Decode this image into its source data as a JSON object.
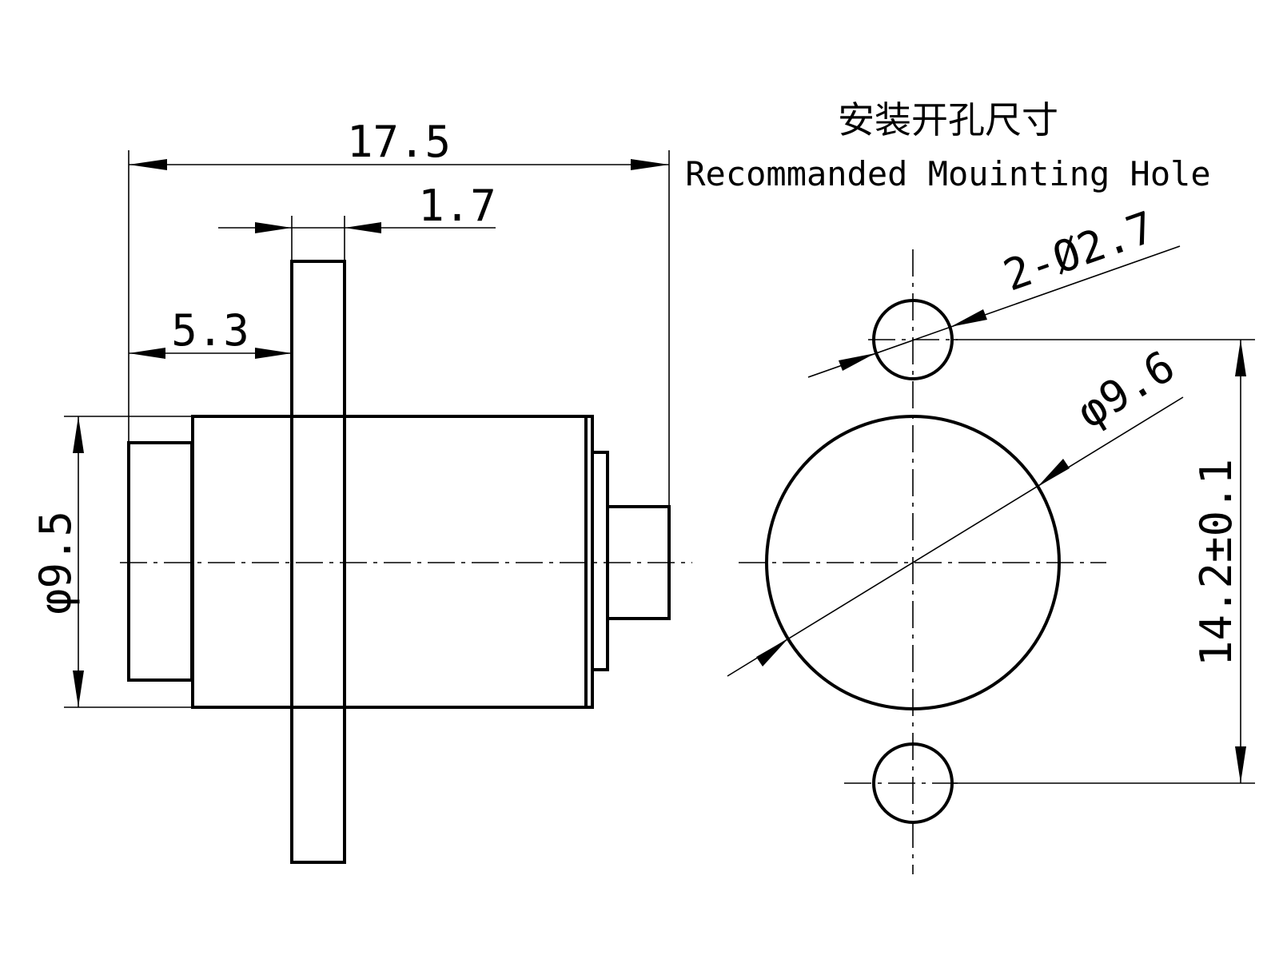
{
  "title_cn": "安装开孔尺寸",
  "title_en": "Recommanded Mouinting Hole",
  "dimensions": {
    "overall_length": "17.5",
    "flange_thickness": "1.7",
    "rear_length": "5.3",
    "body_diameter": "φ9.5",
    "mount_holes": "2-Ø2.7",
    "center_hole": "φ9.6",
    "hole_spacing": "14.2±0.1"
  }
}
